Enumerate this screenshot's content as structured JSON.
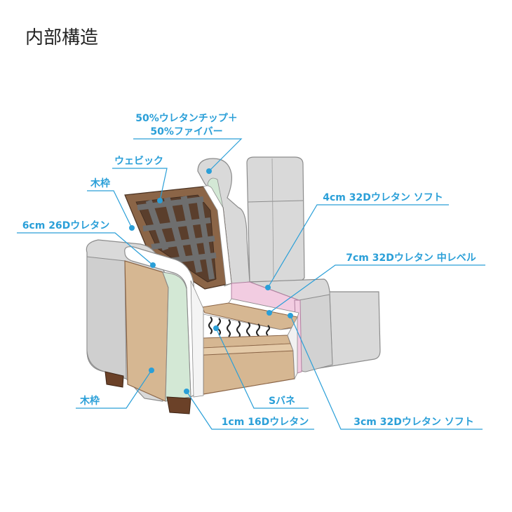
{
  "title": "内部構造",
  "colors": {
    "accent": "#2a9fd8",
    "sofa_gray": "#d9d9d9",
    "sofa_outline": "#8c8c8c",
    "wood_tan": "#d6b792",
    "wood_dark": "#8b6547",
    "webbing": "#6e6e6e",
    "urethane_green": "#d3e8d5",
    "urethane_pink": "#f2cce1",
    "leg": "#6b4128"
  },
  "labels": {
    "fiber_line1": "50%ウレタンチップ＋",
    "fiber_line2": "50%ファイバー",
    "webbing": "ウェビック",
    "frame_top": "木枠",
    "urethane_6cm": "6cm 26Dウレタン",
    "urethane_4cm": "4cm 32Dウレタン ソフト",
    "urethane_7cm": "7cm 32Dウレタン 中レベル",
    "frame_bottom": "木枠",
    "spring": "Sバネ",
    "urethane_1cm": "1cm 16Dウレタン",
    "urethane_3cm": "3cm 32Dウレタン ソフト"
  }
}
